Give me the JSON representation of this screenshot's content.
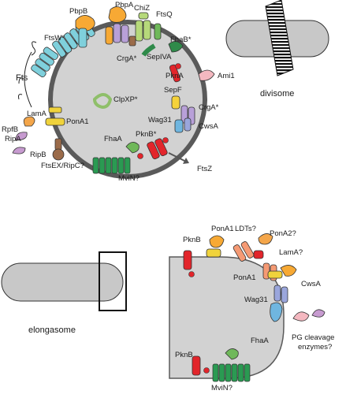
{
  "panels": {
    "divisome": {
      "title": "divisome",
      "labels": {
        "pbpb": "PbpB",
        "pbpa": "PbpA",
        "chiz": "ChiZ",
        "ftsq": "FtsQ",
        "ftsw": "FtsW*",
        "fhab": "FhaB*",
        "crga_top": "CrgA*",
        "sepiva": "SepIVA",
        "fts": "Fts",
        "pkna": "PknA",
        "ami1": "Ami1",
        "sepf": "SepF",
        "clpxp": "ClpXP*",
        "crga_right": "CrgA*",
        "lama": "LamA",
        "pona1": "PonA1",
        "wag31": "Wag31",
        "cwsa": "CwsA",
        "rpfb": "RpfB",
        "ripa": "RipA",
        "ripb": "RipB",
        "fhaa": "FhaA",
        "pknb": "PknB*",
        "ftsz": "FtsZ",
        "ftsex": "FtsEX/RipC?",
        "mvin": "MviN?"
      }
    },
    "elongasome": {
      "title": "elongasome",
      "labels": {
        "pknb_top": "PknB",
        "pona1_top": "PonA1",
        "ldts": "LDTs?",
        "pona2": "PonA2?",
        "lama": "LamA?",
        "pona1_mid": "PonA1",
        "cwsa": "CwsA",
        "wag31": "Wag31",
        "pg_enzymes_1": "PG cleavage",
        "pg_enzymes_2": "enzymes?",
        "fhaa": "FhaA",
        "pknb_bottom": "PknB",
        "mvin": "MviN?"
      }
    }
  },
  "colors": {
    "cell_fill": "#c8c8c8",
    "cell_stroke": "#555555",
    "ftsw": "#7fd0dc",
    "pbpb_orange": "#f7a934",
    "pbpa_purple": "#b8a0d8",
    "chiz_green": "#b6d97a",
    "ftsq": "#6fb85a",
    "sepiva": "#2f8a4a",
    "red": "#e2252b",
    "pink": "#f4b8c0",
    "ripa_purple": "#c79bd0",
    "rpfb_orange": "#f4a64a",
    "brown": "#9b6b4a",
    "clpxp": "#b9d98a",
    "wag31": "#6fb6e0",
    "cwsa": "#9aa6dc",
    "sepf": "#f5d23a",
    "mvin_green": "#2a9a52",
    "pona1_yellow": "#f0d33c",
    "ldts_salmon": "#f59a74",
    "septum_red": "#e2252b"
  }
}
